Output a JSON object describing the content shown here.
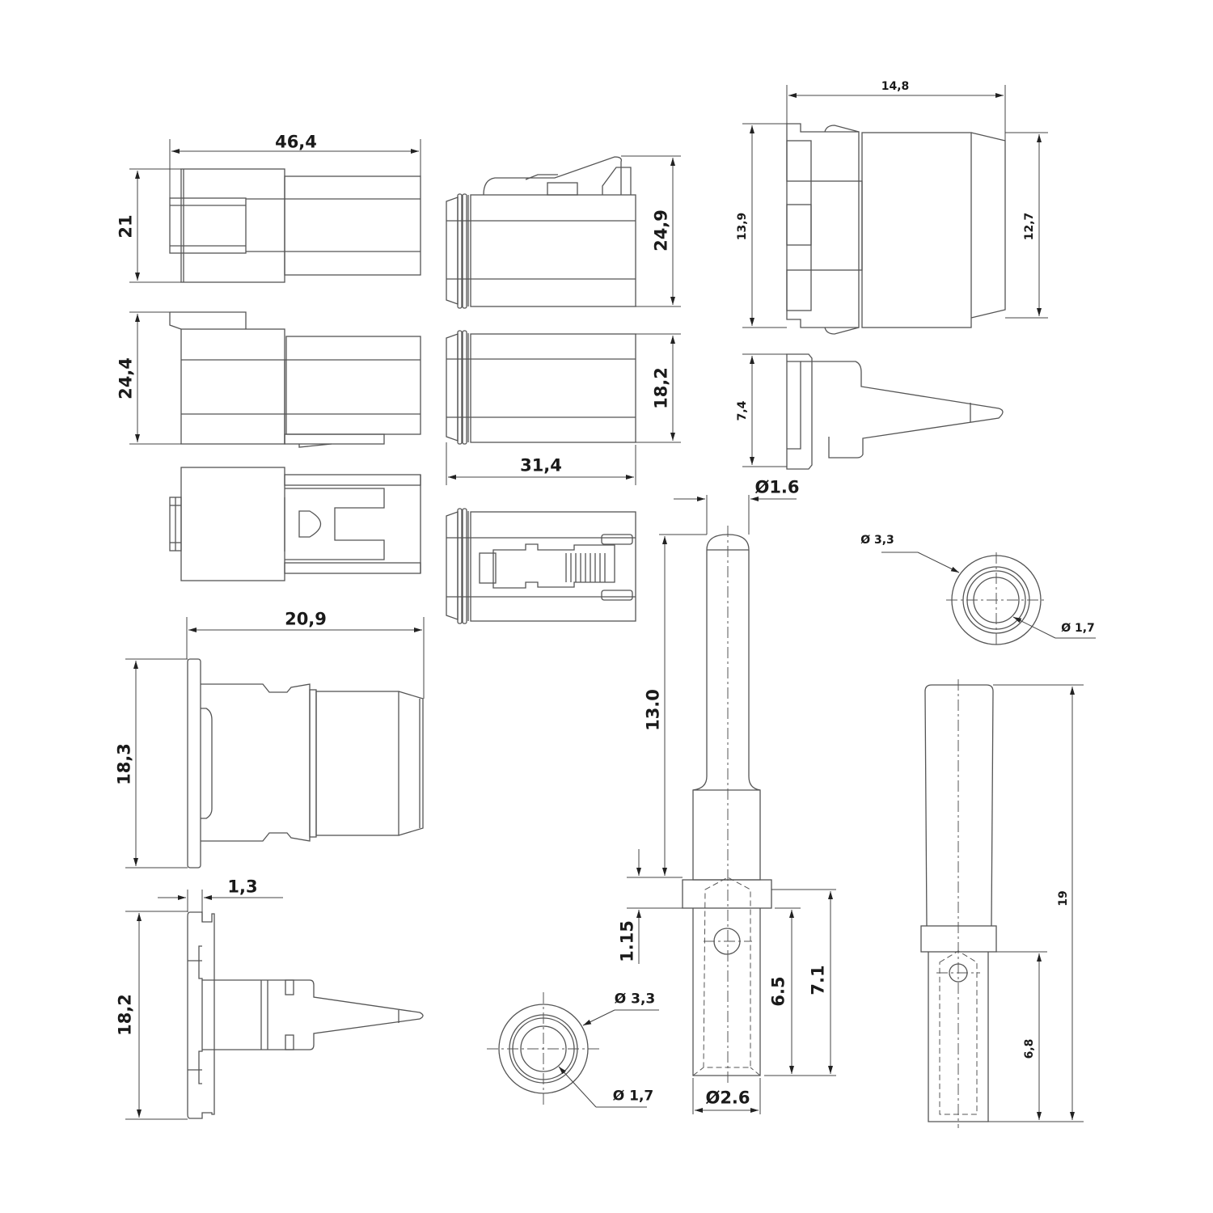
{
  "drawing": {
    "title": "Connector housing and contact technical drawing",
    "line_color": "#555555",
    "background": "#ffffff"
  },
  "views": {
    "plug_top": {
      "width": "46,4",
      "height": "21"
    },
    "plug_side": {
      "height": "24,4"
    },
    "receptacle_side": {
      "height": "24,9"
    },
    "receptacle_top": {
      "height": "18,2",
      "length": "31,4"
    },
    "wedge_front": {
      "width": "14,8",
      "height_left": "13,9",
      "height_right": "12,7"
    },
    "wedge_side": {
      "height": "7,4"
    },
    "seal_side": {
      "width": "20,9",
      "height": "18,3"
    },
    "lock_side": {
      "flange": "1,3",
      "height": "18,2"
    },
    "socket_end_view_small": {
      "outer_dia": "Ø 3,3",
      "inner_dia": "Ø 1,7"
    },
    "socket_end_view_large": {
      "outer_dia": "Ø 3,3",
      "inner_dia": "Ø 1,7"
    },
    "pin_contact": {
      "tip_dia": "Ø1.6",
      "pin_length": "13.0",
      "collar": "1.15",
      "crimp_length": "6.5",
      "barrel_length": "7.1",
      "barrel_dia": "Ø2.6"
    },
    "socket_contact": {
      "total_length": "19",
      "crimp_length": "6,8"
    }
  }
}
